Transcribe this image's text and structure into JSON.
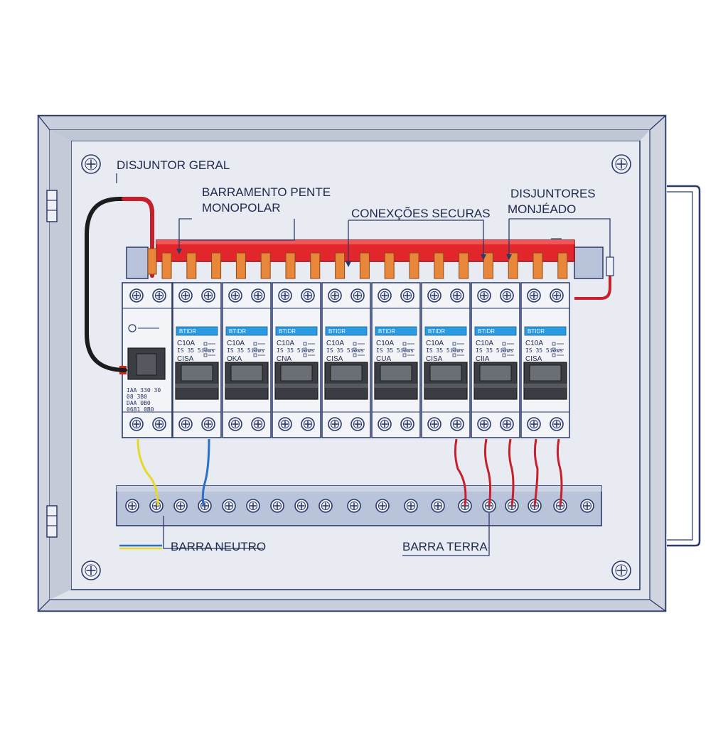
{
  "labels": {
    "main_breaker": "DISJUNTOR GERAL",
    "busbar_line1": "BARRAMENTO PENTE",
    "busbar_line2": "MONOPOLAR",
    "connections": "CONEXÇÕES SECURAS",
    "breakers_line1": "DISJUNTORES",
    "breakers_line2": "MONJÉADO",
    "neutral_bar": "BARRA NEUTRO",
    "ground_bar": "BARRA TERRA"
  },
  "main_breaker": {
    "spec_lines": [
      "IAA  330 30",
      "08  3B0",
      "DAA 0B0",
      "0681 0B0"
    ]
  },
  "breakers": [
    {
      "class": "BTIDR",
      "rating": "C10A",
      "sub1": "CISA",
      "spec": "IS 35 5iows"
    },
    {
      "class": "BTIDR",
      "rating": "C10A",
      "sub1": "OKA",
      "spec": "IS 35 5iows"
    },
    {
      "class": "BTIDR",
      "rating": "C10A",
      "sub1": "CNA",
      "spec": "IS 35 5iows"
    },
    {
      "class": "BTIDR",
      "rating": "C10A",
      "sub1": "CISA",
      "spec": "IS 35 5iows"
    },
    {
      "class": "BTIDR",
      "rating": "C10A",
      "sub1": "CUA",
      "spec": "IS 35 5iows"
    },
    {
      "class": "BTIDR",
      "rating": "C10A",
      "sub1": "CISA",
      "spec": "IS 35 5iows"
    },
    {
      "class": "BTIDR",
      "rating": "C10A",
      "sub1": "CIIA",
      "spec": "IS 35 5iows"
    },
    {
      "class": "BTIDR",
      "rating": "C10A",
      "sub1": "CISA",
      "spec": "IS 35 5iows"
    }
  ],
  "colors": {
    "panel_outline": "#2b3a6b",
    "panel_fill": "#e4e7ee",
    "busbar_red": "#e3262b",
    "copper": "#e8863a",
    "wire_red": "#c8202a",
    "wire_black": "#1c1c1c",
    "wire_yellow": "#e8d828",
    "wire_blue": "#2c6fc8",
    "breaker_label_blue": "#2a9be0",
    "din_rail": "#b9c3d9"
  },
  "icons": [
    "screw-icon",
    "terminal-screw-icon",
    "door-hinge-icon",
    "door-handle-icon"
  ]
}
